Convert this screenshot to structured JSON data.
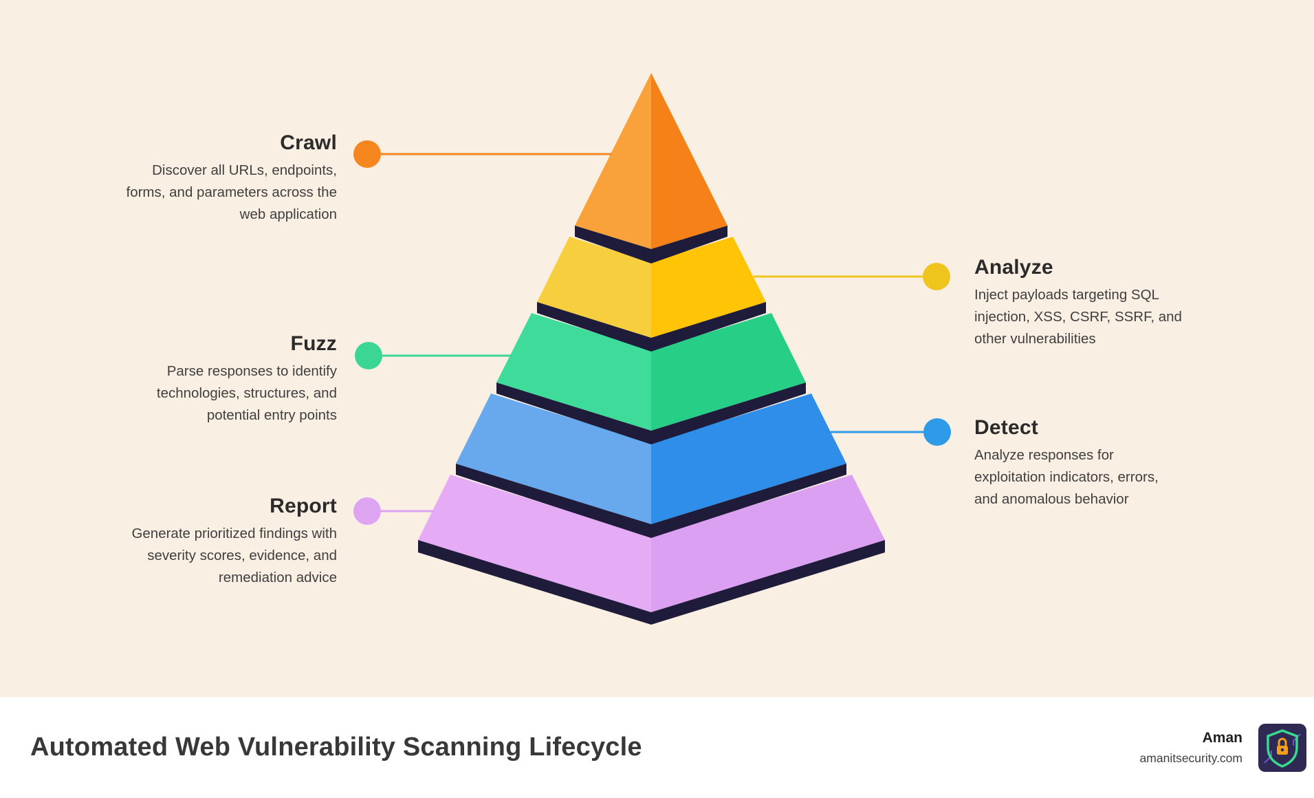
{
  "canvas": {
    "background": "#FAEFE3"
  },
  "pyramid": {
    "separator_color": "#1E1C3A",
    "levels": [
      {
        "name": "crawl",
        "left_color": "#F9A23C",
        "right_color": "#F68118"
      },
      {
        "name": "analyze",
        "left_color": "#F6CE3E",
        "right_color": "#FFC405"
      },
      {
        "name": "fuzz",
        "left_color": "#3EDB9B",
        "right_color": "#27CF86"
      },
      {
        "name": "detect",
        "left_color": "#67A9EC",
        "right_color": "#2E8EE9"
      },
      {
        "name": "report",
        "left_color": "#E6ABF5",
        "right_color": "#DCA0F2"
      }
    ]
  },
  "labels": {
    "left": [
      {
        "title": "Crawl",
        "description": "Discover all URLs, endpoints,\nforms, and parameters across the\nweb application",
        "dot_color": "#F6871F"
      },
      {
        "title": "Fuzz",
        "description": "Parse responses to identify\ntechnologies, structures, and\npotential entry points",
        "dot_color": "#3BD694"
      },
      {
        "title": "Report",
        "description": "Generate prioritized findings with\nseverity scores, evidence, and\nremediation advice",
        "dot_color": "#DDA5F1"
      }
    ],
    "right": [
      {
        "title": "Analyze",
        "description": "Inject payloads targeting SQL\ninjection, XSS, CSRF, SSRF, and\nother vulnerabilities",
        "dot_color": "#EFC51D"
      },
      {
        "title": "Detect",
        "description": "Analyze responses for\nexploitation indicators, errors,\nand anomalous behavior",
        "dot_color": "#2D9BE8"
      }
    ]
  },
  "footer": {
    "background": "#FFFFFF",
    "title": "Automated Web Vulnerability Scanning Lifecycle",
    "author": "Aman",
    "website": "amanitsecurity.com",
    "logo": {
      "background": "#2F2A54",
      "shield": "#39D98F",
      "lock": "#F59E1B",
      "circuit": "#7C5CE0"
    }
  }
}
